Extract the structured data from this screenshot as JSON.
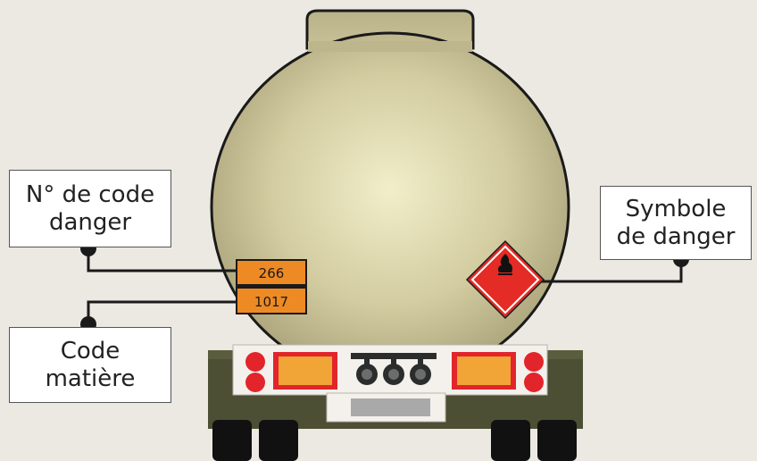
{
  "labels": {
    "code_danger": [
      "N° de code",
      "danger"
    ],
    "code_matiere": [
      "Code",
      "matière"
    ],
    "symbole_danger": [
      "Symbole",
      "de danger"
    ]
  },
  "plate": {
    "top_number": "266",
    "bottom_number": "1017"
  },
  "colors": {
    "background": "#ece8e2",
    "tank_center": "#f0ecc6",
    "tank_edge": "#aaa37a",
    "plate_orange": "#ee8a24",
    "diamond_red": "#e52b25",
    "chassis": "#4c4f34",
    "light_orange": "#f0a536",
    "light_red": "#e2252b"
  }
}
